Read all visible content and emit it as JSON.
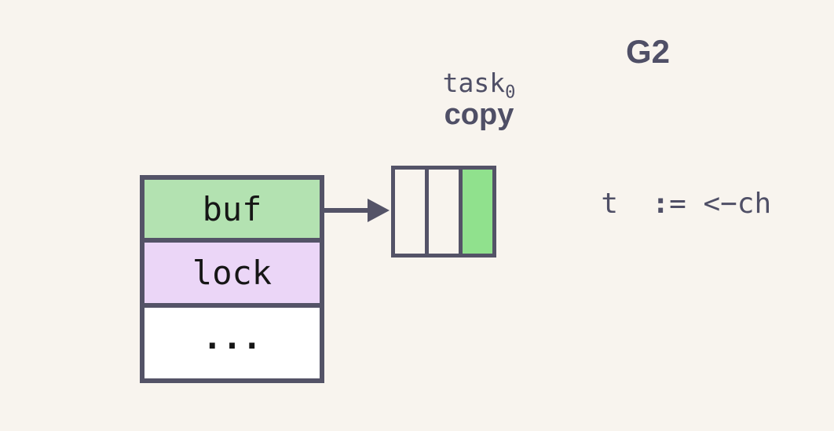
{
  "colors": {
    "background": "#f8f4ee",
    "outline": "#545367",
    "struct_text": "#161616",
    "label_text": "#4f4f66"
  },
  "struct_box": {
    "rows": [
      {
        "label": "buf",
        "fill": "#b3e2b1"
      },
      {
        "label": "lock",
        "fill": "#ebd6f7"
      },
      {
        "label": "...",
        "fill": "#ffffff"
      }
    ]
  },
  "channel_buffer": {
    "slots": [
      {
        "state": "empty",
        "fill": "#f8f4ee"
      },
      {
        "state": "empty",
        "fill": "#f8f4ee"
      },
      {
        "state": "filled",
        "fill": "#90e18d"
      }
    ]
  },
  "labels": {
    "task_base": "task",
    "task_subscript": "0",
    "operation": "copy",
    "goroutine": "G2"
  },
  "code_line": {
    "text": "t := <-ch",
    "segments": [
      {
        "text": "t  ",
        "bold": false
      },
      {
        "text": ":",
        "bold": true
      },
      {
        "text": "= ",
        "bold": false
      },
      {
        "text": "<−ch",
        "bold": false
      }
    ]
  }
}
